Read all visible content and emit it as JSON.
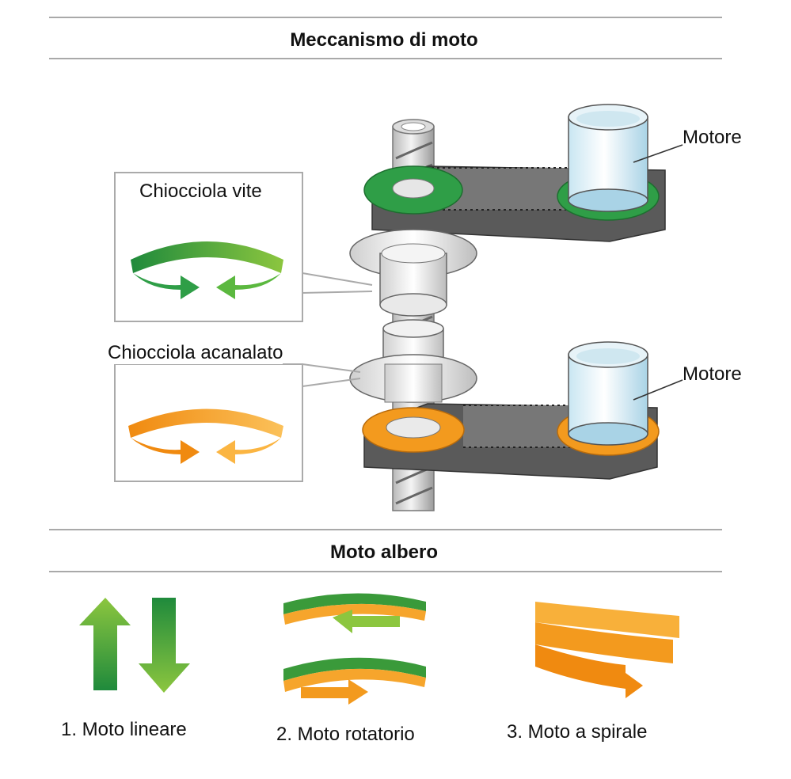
{
  "section_top": {
    "title": "Meccanismo di moto"
  },
  "labels": {
    "motor_top": "Motore",
    "motor_bottom": "Motore",
    "screw_nut": "Chiocciola vite",
    "spline_nut": "Chiocciola acanalato"
  },
  "section_bottom": {
    "title": "Moto albero"
  },
  "motions": [
    {
      "label": "1. Moto lineare",
      "icon": "up-down-arrows-icon"
    },
    {
      "label": "2. Moto rotatorio",
      "icon": "rotation-arrows-icon"
    },
    {
      "label": "3. Moto a spirale",
      "icon": "spiral-arrow-icon"
    }
  ],
  "colors": {
    "green": "#3a9a3a",
    "light_green": "#8cc63f",
    "orange": "#f39a1e",
    "light_orange": "#fbc15a",
    "belt": "#555555",
    "rule": "#a9a9a9"
  }
}
